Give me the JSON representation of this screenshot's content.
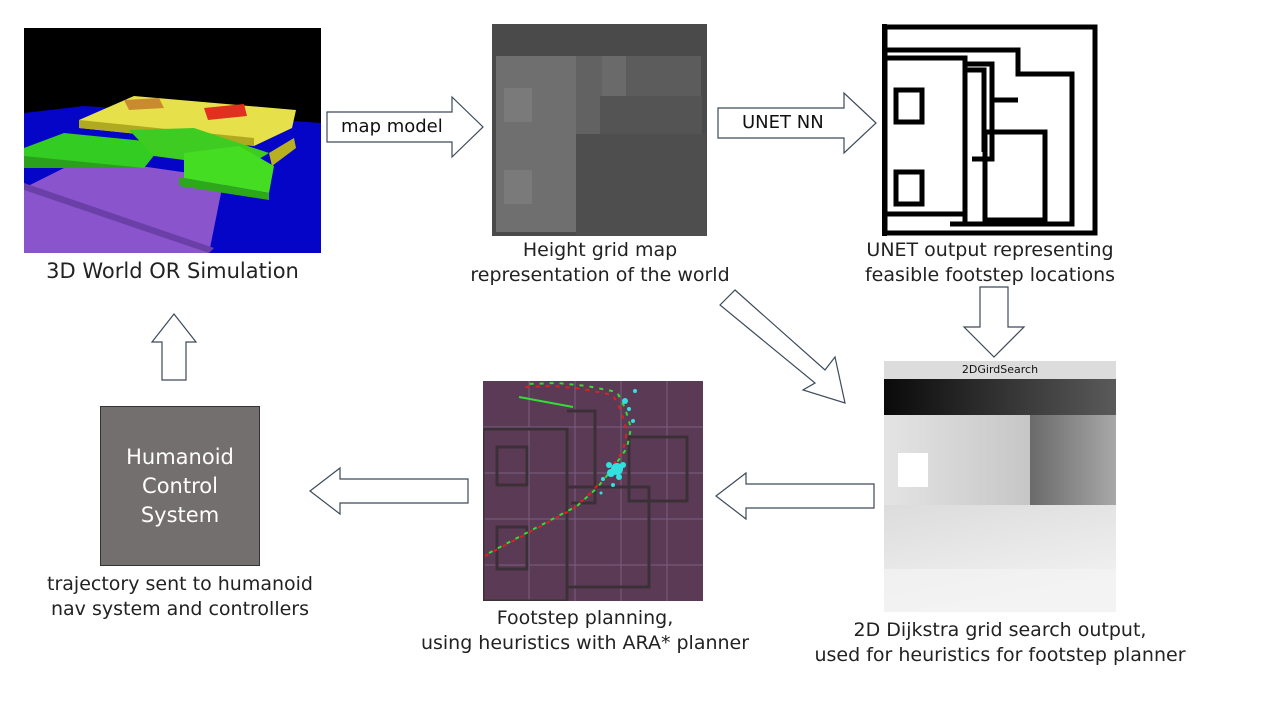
{
  "panels": {
    "world": {
      "caption": "3D World OR Simulation"
    },
    "height_map": {
      "caption_lines": [
        "Height grid map",
        "representation of the world"
      ]
    },
    "unet": {
      "caption_lines": [
        "UNET output representing",
        "feasible footstep locations"
      ]
    },
    "dijkstra": {
      "window_title": "2DGirdSearch",
      "caption_lines": [
        "2D Dijkstra grid search output,",
        "used for heuristics for footstep planner"
      ]
    },
    "footstep": {
      "caption_lines": [
        "Footstep planning,",
        "using heuristics with ARA* planner"
      ]
    },
    "control": {
      "label_lines": [
        "Humanoid",
        "Control",
        "System"
      ],
      "caption_lines": [
        "trajectory sent to humanoid",
        "nav system and controllers"
      ]
    }
  },
  "arrows": {
    "map_model": "map model",
    "unet_nn": "UNET NN"
  },
  "colors": {
    "control_box": "#736f6e",
    "footstep_bg": "#5b3a55",
    "world_floor": "#0000cc"
  }
}
